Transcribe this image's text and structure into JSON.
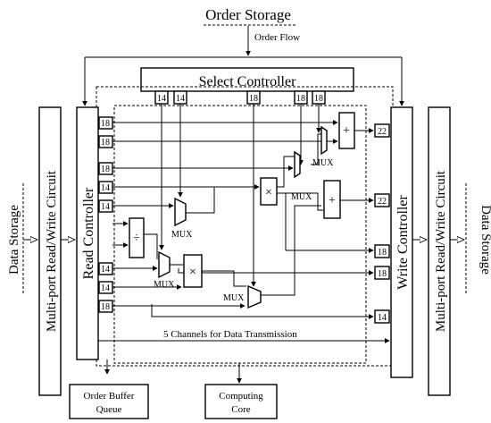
{
  "title": "Order Storage",
  "order_flow": "Order Flow",
  "select_controller": "Select Controller",
  "read_controller": "Read Controller",
  "write_controller": "Write Controller",
  "multiport_left": "Multi-port Read/Write Circuit",
  "multiport_right": "Multi-port Read/Write Circuit",
  "data_storage_left": "Data Storage",
  "data_storage_right": "Data Storage",
  "top_ports": [
    "14",
    "14",
    "18",
    "18",
    "18"
  ],
  "left_ports": [
    "18",
    "18",
    "18",
    "14",
    "14",
    "14",
    "14",
    "18"
  ],
  "right_ports": [
    "22",
    "22",
    "18",
    "18",
    "14"
  ],
  "mux_label": "MUX",
  "ops": {
    "add": "+",
    "mul": "×",
    "div": "÷"
  },
  "channels_label": "5 Channels for Data Transmission",
  "order_buffer": [
    "Order Buffer",
    "Queue"
  ],
  "computing_core": [
    "Computing",
    "Core"
  ]
}
